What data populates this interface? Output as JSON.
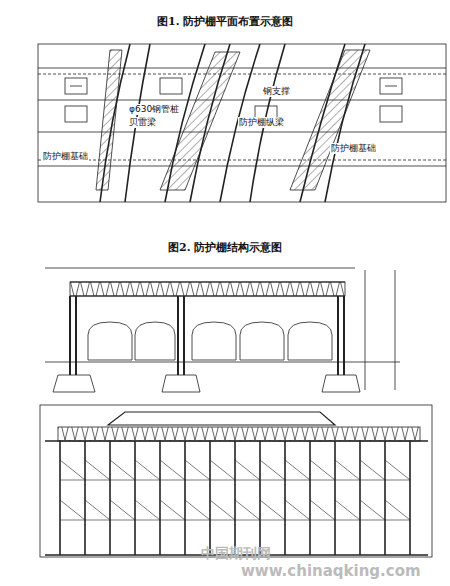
{
  "diagram": {
    "title": "图1.  防护棚平面布置示意图",
    "labels": [
      "防护棚基础",
      "φ630钢管桩",
      "贝雷梁",
      "钢支撑",
      "防护棚纵梁",
      "防护棚基础",
      "图2.  防护棚结构示意图",
      "中国期刊网",
      "www.chinaqking.com"
    ]
  }
}
